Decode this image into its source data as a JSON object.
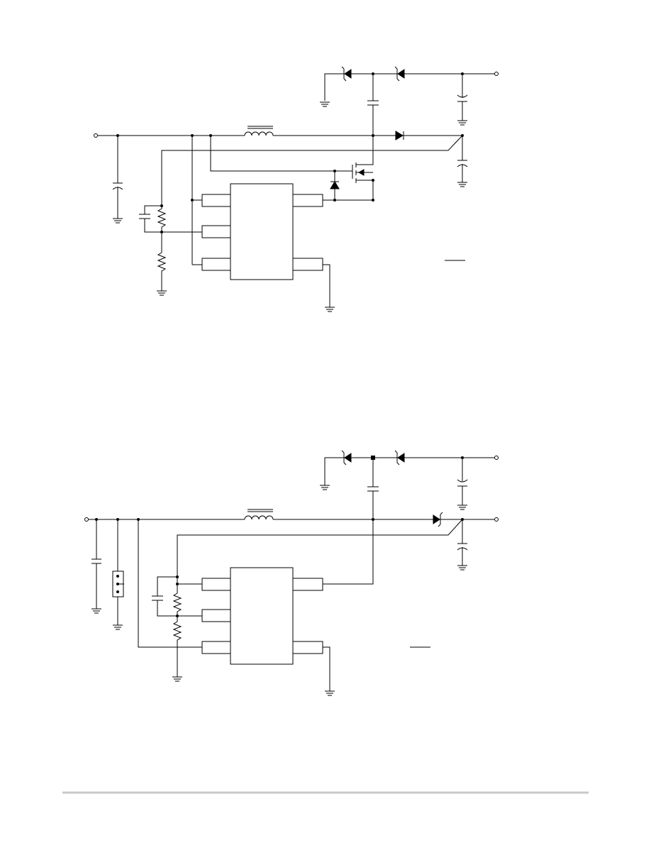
{
  "page": {
    "background": "#ffffff",
    "ink_color": "#000000",
    "footer_rule_color": "#c8c8c8"
  },
  "schematics": [
    {
      "id": "top-circuit",
      "components": [
        "input-capacitor-polarized",
        "feedback-resistor-divider",
        "boost-inductor",
        "controller-ic",
        "power-mosfet",
        "body-diode",
        "schottky-output-diode",
        "charge-pump-diodes",
        "output-capacitors-polarized"
      ]
    },
    {
      "id": "bottom-circuit",
      "components": [
        "input-capacitor",
        "three-pin-connector",
        "feedback-resistor-divider",
        "boost-inductor",
        "controller-ic",
        "zener-output-diode",
        "charge-pump-diodes",
        "output-capacitors-polarized"
      ]
    }
  ]
}
